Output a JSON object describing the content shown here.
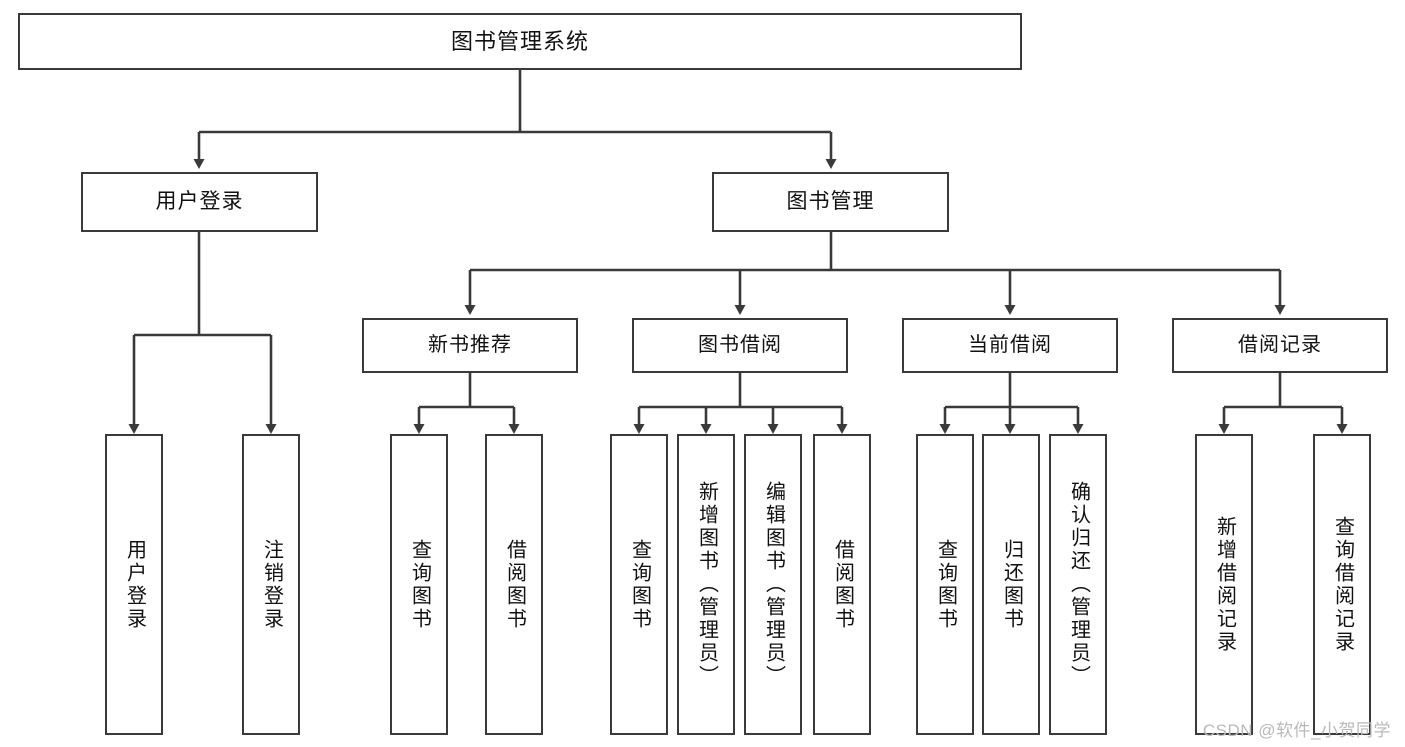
{
  "diagram": {
    "title": "图书管理系统",
    "type": "tree",
    "watermark": "CSDN @软件_小贺同学",
    "colors": {
      "box_border": "#3a3a3a",
      "box_fill": "#ffffff",
      "connector": "#3a3a3a",
      "background": "#ffffff",
      "watermark_text": "#b9b9b9"
    },
    "nodes": {
      "root": {
        "label": "图书管理系统",
        "level": 1
      },
      "level2": [
        {
          "id": "user-login",
          "label": "用户登录"
        },
        {
          "id": "book-manage",
          "label": "图书管理"
        }
      ],
      "level3": [
        {
          "id": "new-book-recommend",
          "label": "新书推荐",
          "parent": "book-manage"
        },
        {
          "id": "book-borrow",
          "label": "图书借阅",
          "parent": "book-manage"
        },
        {
          "id": "current-borrow",
          "label": "当前借阅",
          "parent": "book-manage"
        },
        {
          "id": "borrow-record",
          "label": "借阅记录",
          "parent": "book-manage"
        }
      ],
      "leaves": [
        {
          "id": "leaf-user-login",
          "label": "用户登录",
          "parent": "user-login"
        },
        {
          "id": "leaf-user-logout",
          "label": "注销登录",
          "parent": "user-login"
        },
        {
          "id": "leaf-query-book-1",
          "label": "查询图书",
          "parent": "new-book-recommend"
        },
        {
          "id": "leaf-borrow-book-1",
          "label": "借阅图书",
          "parent": "new-book-recommend"
        },
        {
          "id": "leaf-query-book-2",
          "label": "查询图书",
          "parent": "book-borrow"
        },
        {
          "id": "leaf-add-book",
          "label": "新增图书（管理员）",
          "parent": "book-borrow"
        },
        {
          "id": "leaf-edit-book",
          "label": "编辑图书（管理员）",
          "parent": "book-borrow"
        },
        {
          "id": "leaf-borrow-book-2",
          "label": "借阅图书",
          "parent": "book-borrow"
        },
        {
          "id": "leaf-query-book-3",
          "label": "查询图书",
          "parent": "current-borrow"
        },
        {
          "id": "leaf-return-book",
          "label": "归还图书",
          "parent": "current-borrow"
        },
        {
          "id": "leaf-confirm-return",
          "label": "确认归还（管理员）",
          "parent": "current-borrow"
        },
        {
          "id": "leaf-add-record",
          "label": "新增借阅记录",
          "parent": "borrow-record"
        },
        {
          "id": "leaf-query-record",
          "label": "查询借阅记录",
          "parent": "borrow-record"
        }
      ]
    }
  }
}
